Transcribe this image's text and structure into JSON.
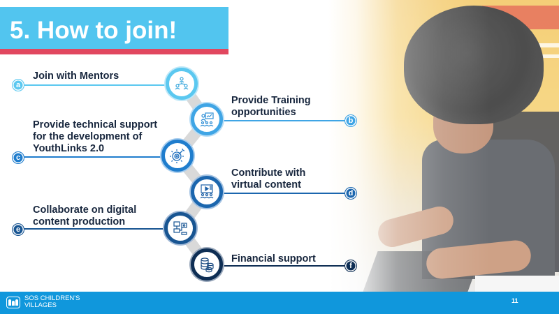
{
  "slide": {
    "title": "5. How to join!",
    "page_number": "11"
  },
  "footer": {
    "logo_line1": "SOS CHILDREN'S",
    "logo_line2": "VILLAGES",
    "logo_icon": "sos-childrens-villages-logo-icon"
  },
  "colors": {
    "title_bar": "#52C5EF",
    "title_stripe": "#E1475F",
    "footer": "#1097DC",
    "step_a": "#5BC8F0",
    "step_b": "#3FA5E5",
    "step_c": "#1F7DCD",
    "step_d": "#1B66AE",
    "step_e": "#185592",
    "step_f": "#0E2E54",
    "label_text": "#17263D"
  },
  "steps": [
    {
      "letter": "a",
      "label_line1": "Join with Mentors",
      "label_line2": "",
      "label_line3": "",
      "icon": "mentors-network-icon"
    },
    {
      "letter": "b",
      "label_line1": "Provide Training",
      "label_line2": "opportunities",
      "label_line3": "",
      "icon": "training-presentation-icon"
    },
    {
      "letter": "c",
      "label_line1": "Provide technical support",
      "label_line2": "for the development of",
      "label_line3": "YouthLinks 2.0",
      "icon": "technical-gear-wrench-icon"
    },
    {
      "letter": "d",
      "label_line1": "Contribute with",
      "label_line2": "virtual content",
      "label_line3": "",
      "icon": "virtual-content-screen-icon"
    },
    {
      "letter": "e",
      "label_line1": "Collaborate on digital",
      "label_line2": "content production",
      "label_line3": "",
      "icon": "digital-content-collaboration-icon"
    },
    {
      "letter": "f",
      "label_line1": "Financial support",
      "label_line2": "",
      "label_line3": "",
      "icon": "coins-stack-icon"
    }
  ]
}
